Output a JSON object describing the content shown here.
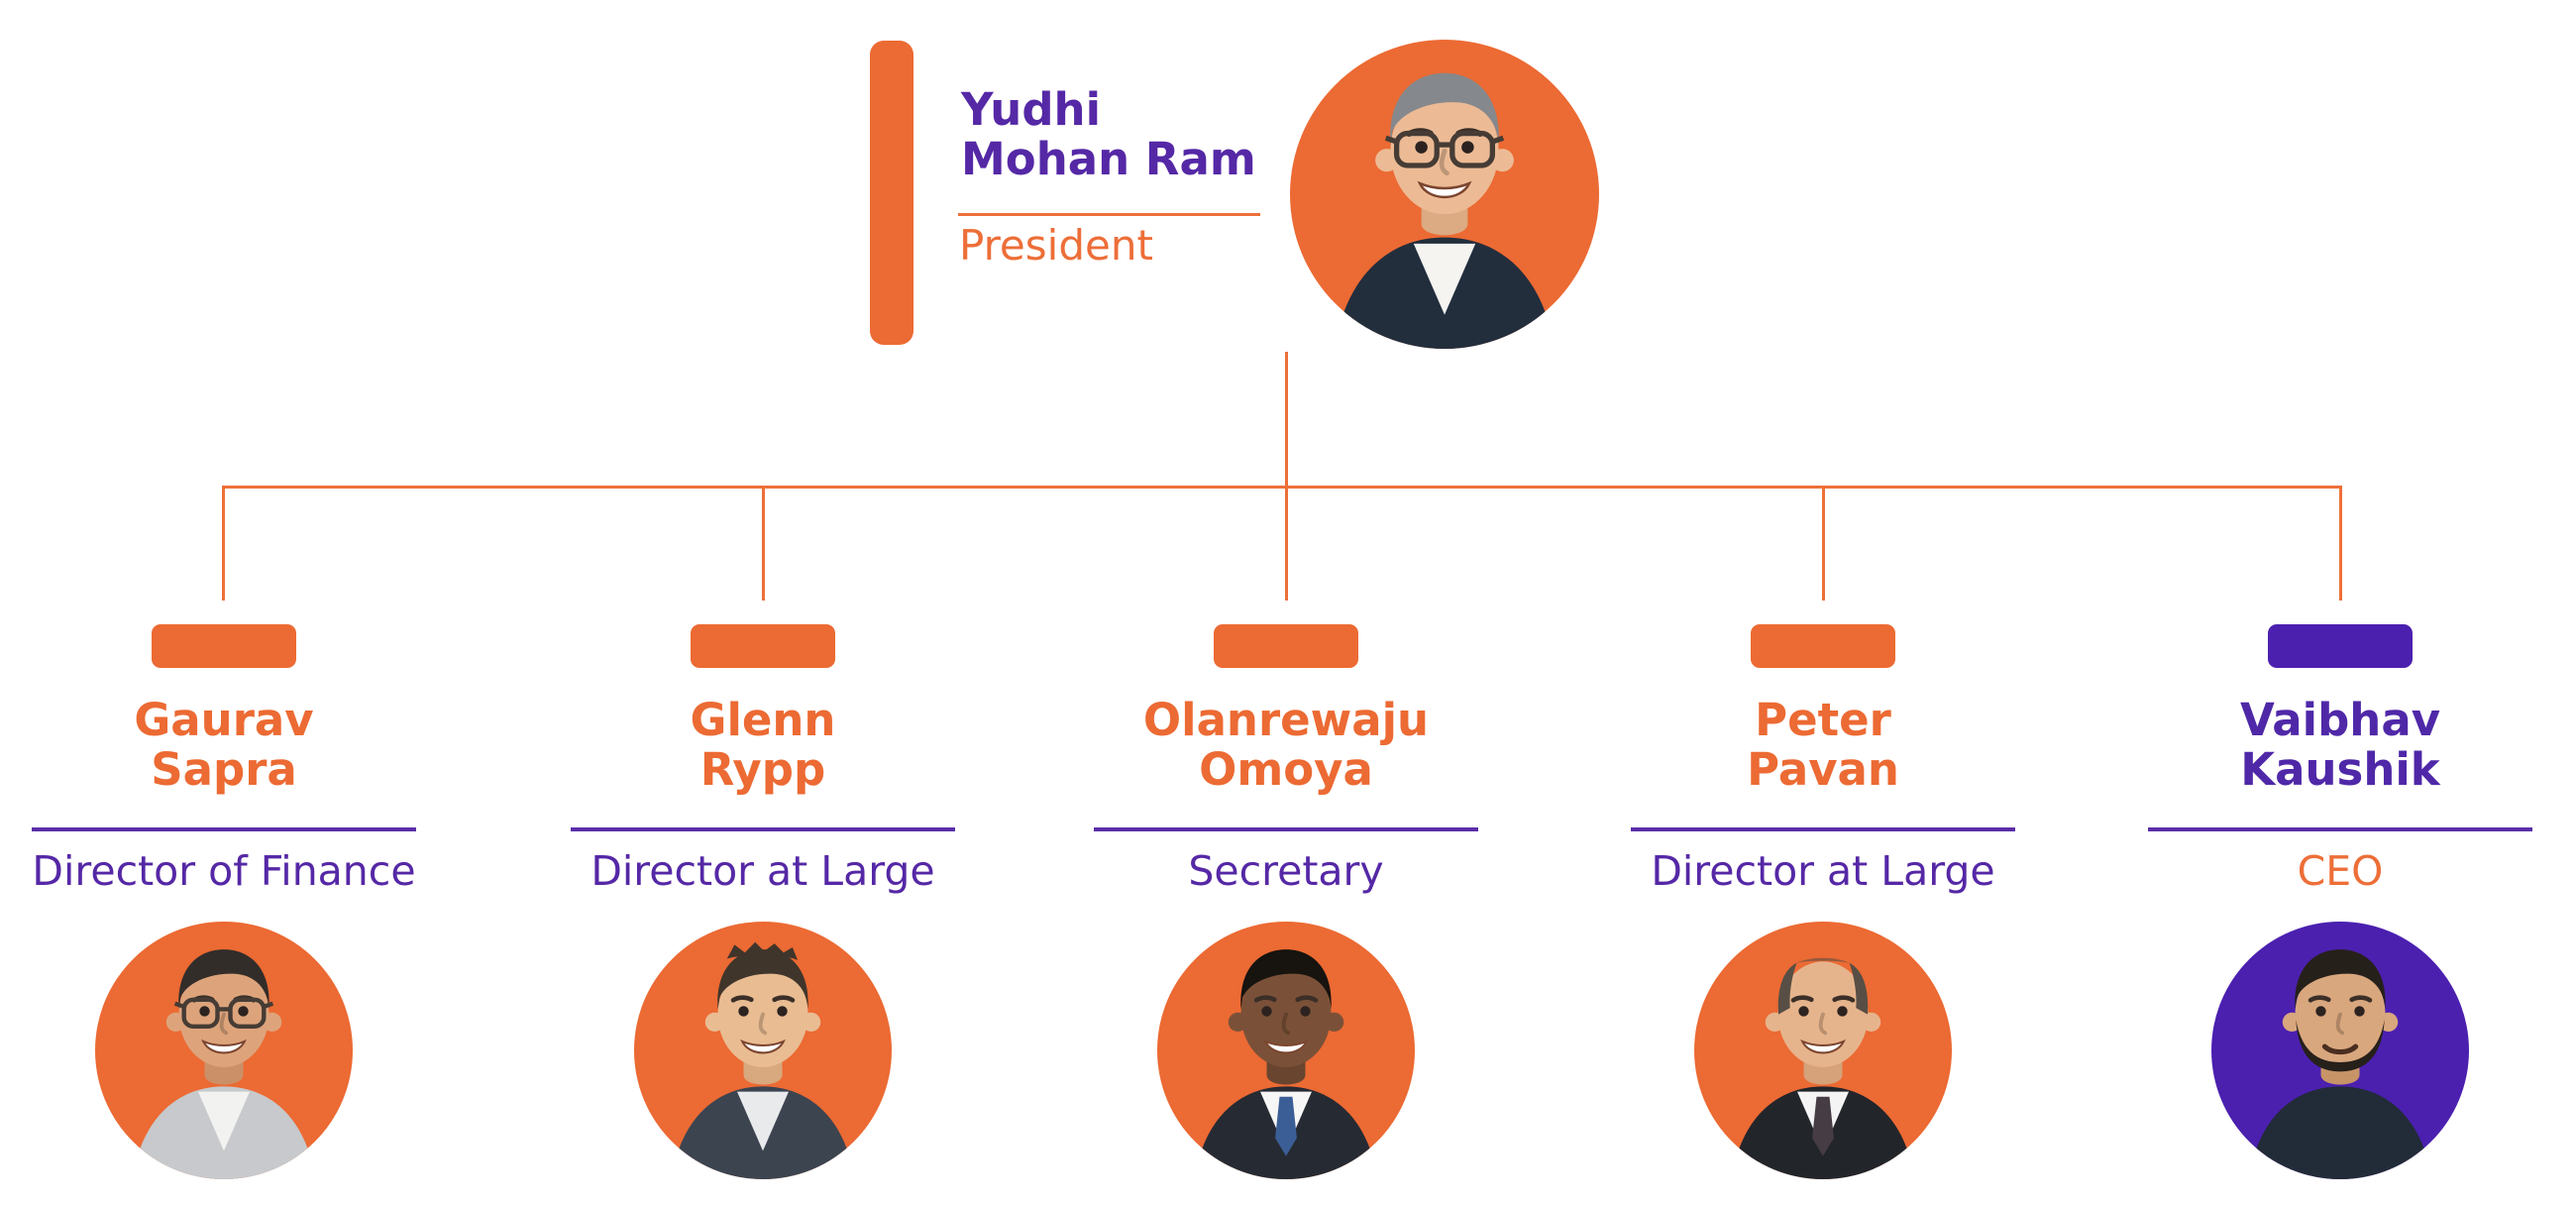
{
  "page": {
    "background": "#ffffff"
  },
  "colors": {
    "orange": "#EC6A33",
    "line_orange": "#ED7039",
    "purple_text": "#5528A6",
    "purple_rule": "#5A2EA8",
    "purple_shape": "#4B20AF"
  },
  "hero": {
    "name_line1": "Yudhi",
    "name_line2": "Mohan Ram",
    "title": "President",
    "accent": "orange",
    "avatar": {
      "skin": "#ecbb95",
      "skin2": "#dcaa83",
      "hair": "#85888c",
      "style": "short",
      "jacket": "#232e3d",
      "shirt": "#f5f4f0",
      "glasses": true,
      "teeth": true
    }
  },
  "people": [
    {
      "name_line1": "Gaurav",
      "name_line2": "Sapra",
      "title": "Director of Finance",
      "accent": "orange",
      "avatar": {
        "skin": "#dda47c",
        "skin2": "#cb9068",
        "hair": "#332d2a",
        "style": "short",
        "jacket": "#c7c9cc",
        "shirt": "#f2f2f0",
        "glasses": true,
        "teeth": true
      }
    },
    {
      "name_line1": "Glenn",
      "name_line2": "Rypp",
      "title": "Director at Large",
      "accent": "orange",
      "avatar": {
        "skin": "#e9bc92",
        "skin2": "#d8a87e",
        "hair": "#40352b",
        "style": "spiky",
        "jacket": "#3c4450",
        "shirt": "#e8eaec",
        "teeth": true
      }
    },
    {
      "name_line1": "Olanrewaju",
      "name_line2": "Omoya",
      "title": "Secretary",
      "accent": "orange",
      "avatar": {
        "skin": "#7a5138",
        "skin2": "#69452f",
        "hair": "#17130f",
        "style": "short",
        "jacket": "#262a33",
        "shirt": "#f6f6f6",
        "tie": "#3c5e96",
        "teeth": true
      }
    },
    {
      "name_line1": "Peter",
      "name_line2": "Pavan",
      "title": "Director at Large",
      "accent": "orange",
      "avatar": {
        "skin": "#e6b48c",
        "skin2": "#d5a27a",
        "hair": "#584e45",
        "style": "bald",
        "jacket": "#22252a",
        "shirt": "#f4f4f4",
        "tie": "#463c44",
        "teeth": true
      }
    },
    {
      "name_line1": "Vaibhav",
      "name_line2": "Kaushik",
      "title": "CEO",
      "accent": "purple",
      "avatar": {
        "skin": "#d9a77e",
        "skin2": "#c79468",
        "hair": "#26201b",
        "style": "short",
        "beard": true,
        "jacket": "#222b38",
        "teeth": false
      }
    }
  ]
}
